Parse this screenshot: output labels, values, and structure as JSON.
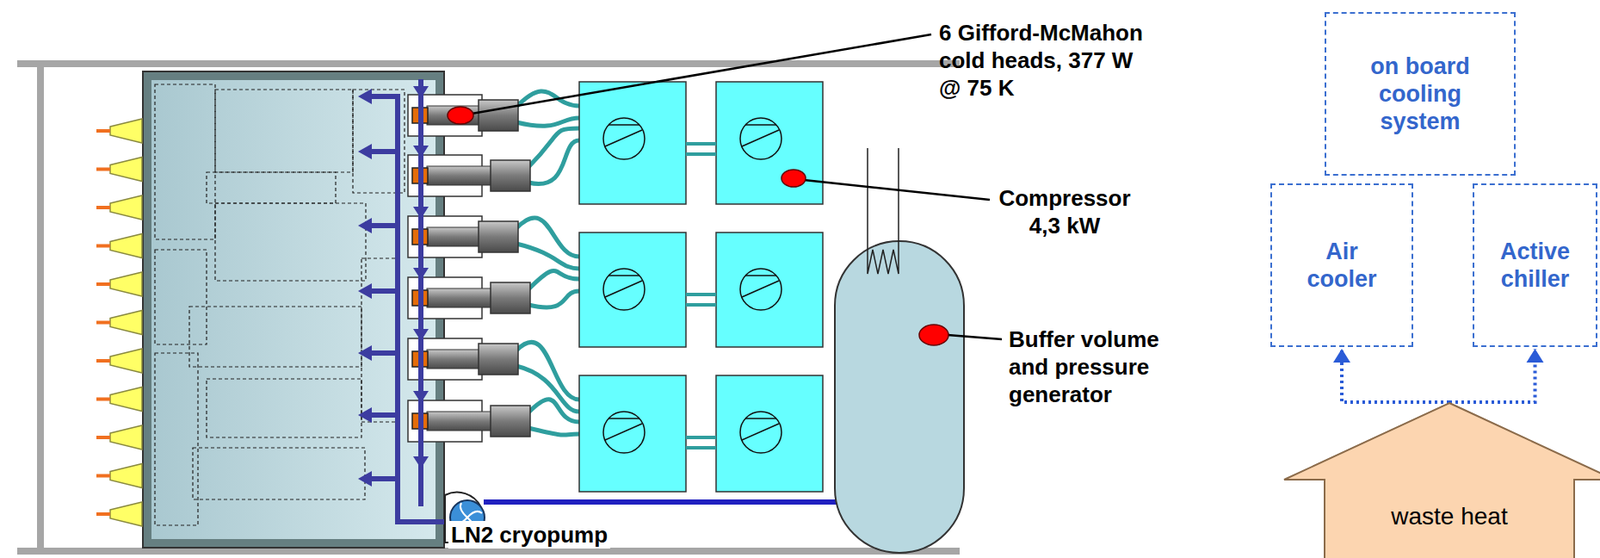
{
  "diagram": {
    "nodes": [
      {
        "text": [
          "on board cooling system"
        ]
      },
      {
        "text": [
          "Air cooler"
        ]
      },
      {
        "text": [
          "Active chiller"
        ]
      },
      {
        "text": [
          "waste heat"
        ]
      }
    ],
    "edges": [
      {
        "from": 3,
        "to": 1,
        "arrow": "to"
      },
      {
        "from": 3,
        "to": 2,
        "arrow": "to"
      }
    ],
    "labels": [
      "6 Gifford-McMahon cold heads, 377 W @ 75 K",
      "Compressor 4,3 kW",
      "Buffer volume and pressure generator",
      "LN2 cryopump"
    ]
  }
}
